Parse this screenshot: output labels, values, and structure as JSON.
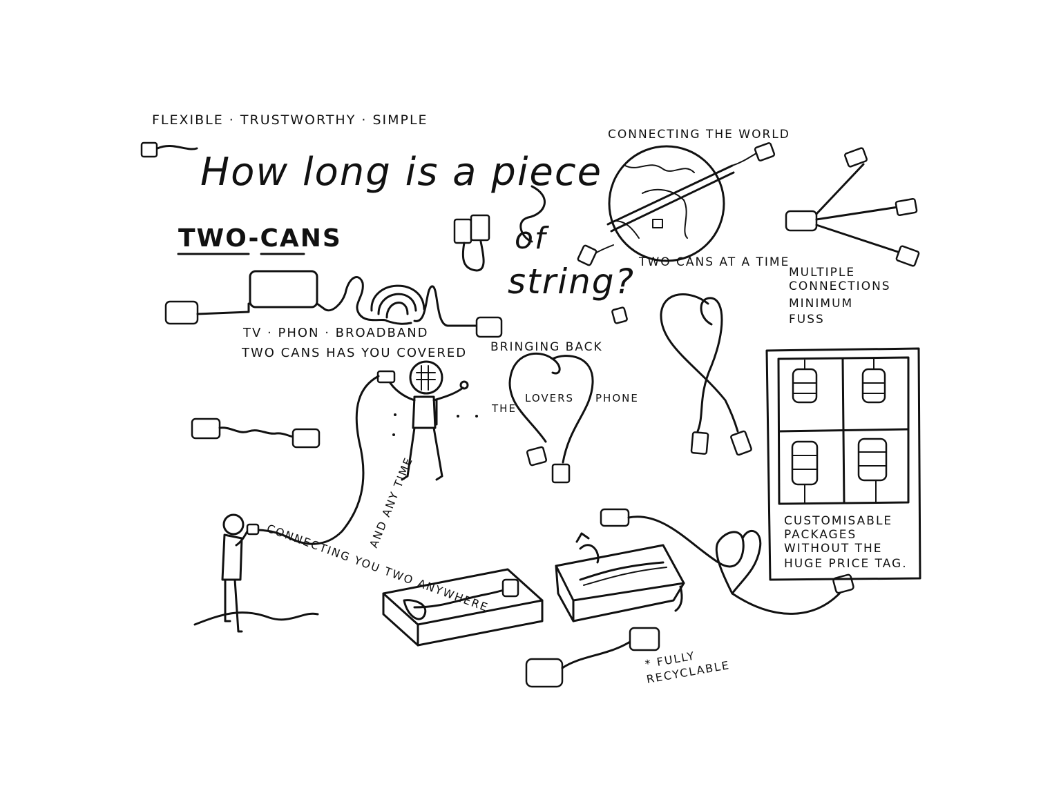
{
  "tagline": "FLEXIBLE · TRUSTWORTHY · SIMPLE",
  "headline_1": "How long is a piece",
  "headline_2": "of",
  "headline_3": "string?",
  "brand": "TWO-CANS",
  "services": "TV · PHON · BROADBAND",
  "covered": "TWO CANS HAS YOU COVERED",
  "globe_top": "CONNECTING THE WORLD",
  "globe_bottom": "TWO CANS AT A TIME",
  "multiple": [
    "MULTIPLE",
    "CONNECTIONS",
    "MINIMUM",
    "FUSS"
  ],
  "bringing_back": "BRINGING BACK",
  "lovers": [
    "THE",
    "LOVERS",
    "PHONE"
  ],
  "anywhere_1": "CONNECTING YOU TWO ANYWHERE",
  "anywhere_2": "AND ANY TIME",
  "packages": [
    "CUSTOMISABLE",
    "PACKAGES",
    "WITHOUT THE",
    "HUGE PRICE TAG."
  ],
  "recycle": [
    "* FULLY",
    "RECYCLABLE"
  ]
}
